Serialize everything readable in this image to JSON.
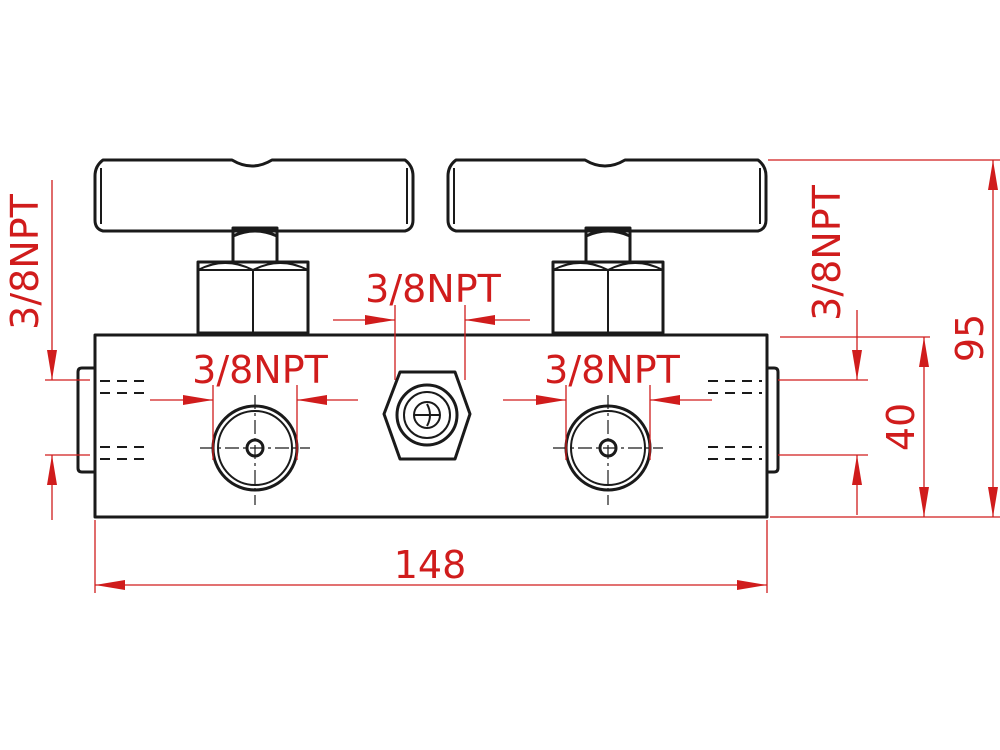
{
  "labels": {
    "left_port": "3/8NPT",
    "right_port": "3/8NPT",
    "top_center_port": "3/8NPT",
    "left_front_port": "3/8NPT",
    "right_front_port": "3/8NPT",
    "width": "148",
    "body_height": "40",
    "total_height": "95"
  },
  "colors": {
    "dimension": "#d01c1c",
    "outline": "#1a1a1a"
  }
}
